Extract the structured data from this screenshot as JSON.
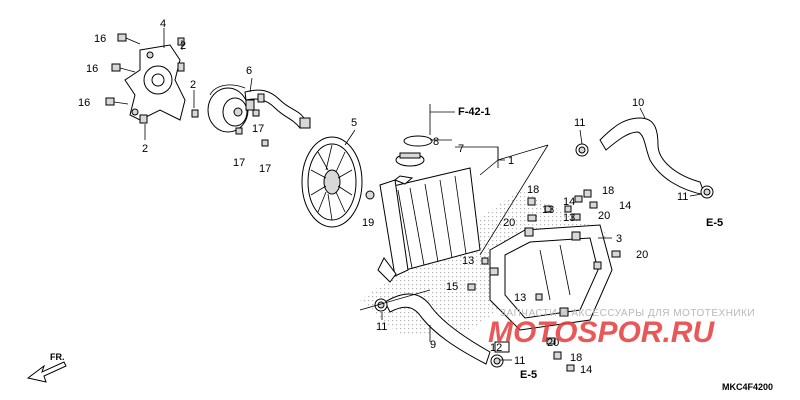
{
  "labels": {
    "p1": "1",
    "p2a": "2",
    "p2b": "2",
    "p2c": "2",
    "p3": "3",
    "p4": "4",
    "p5": "5",
    "p6": "6",
    "p7": "7",
    "p8": "8",
    "p9": "9",
    "p10": "10",
    "p11a": "11",
    "p11b": "11",
    "p11c": "11",
    "p11d": "11",
    "p12": "12",
    "p13a": "13",
    "p13b": "13",
    "p13c": "13",
    "p13d": "13",
    "p14a": "14",
    "p14b": "14",
    "p14c": "14",
    "p15": "15",
    "p16a": "16",
    "p16b": "16",
    "p16c": "16",
    "p17a": "17",
    "p17b": "17",
    "p17c": "17",
    "p18a": "18",
    "p18b": "18",
    "p18c": "18",
    "p19": "19",
    "p20a": "20",
    "p20b": "20",
    "p20c": "20",
    "p20d": "20"
  },
  "refs": {
    "f42": "F-42-1",
    "e5a": "E-5",
    "e5b": "E-5",
    "fr": "FR."
  },
  "footer": {
    "code": "MKC4F4200"
  },
  "watermark": {
    "line": "ЗАПЧАСТИ И АКСЕССУАРЫ ДЛЯ МОТОТЕХНИКИ",
    "brand": "MOTOSPOR.RU"
  }
}
